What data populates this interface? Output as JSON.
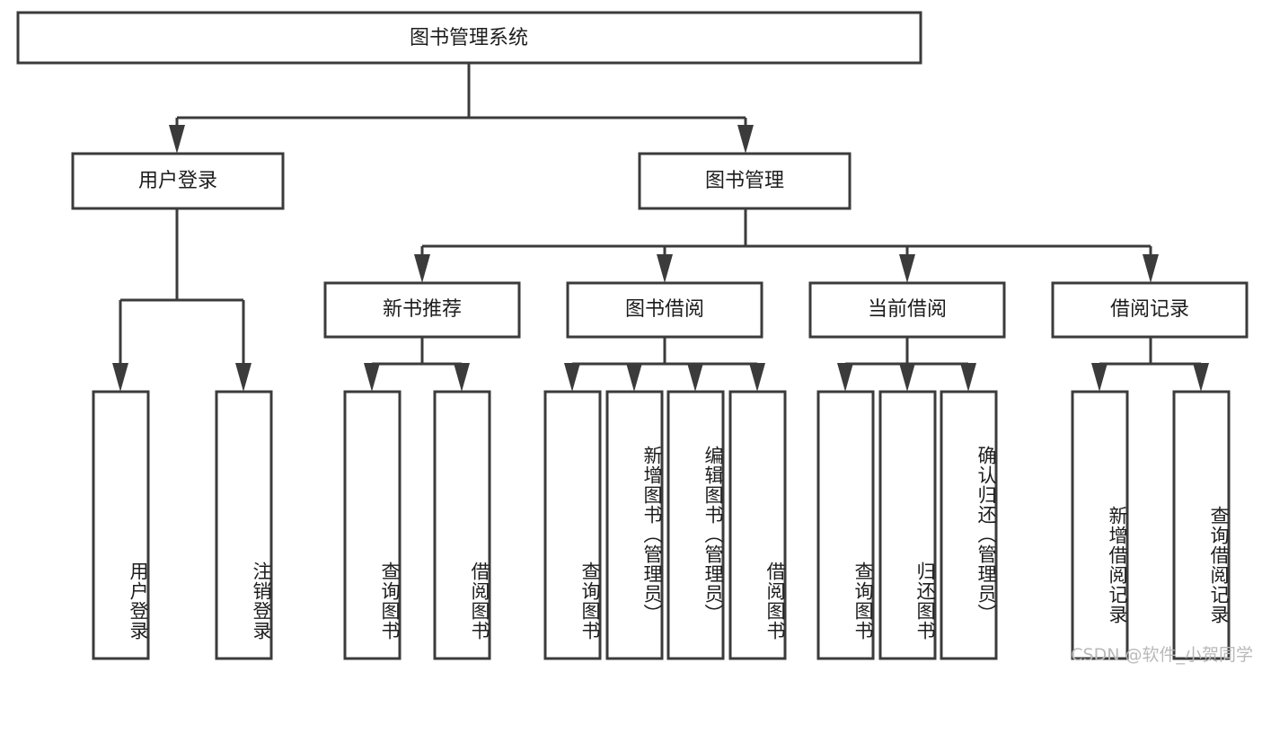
{
  "diagram": {
    "title": "图书管理系统",
    "type": "tree-hierarchy",
    "watermark": "CSDN @软件_小贺同学",
    "root": {
      "id": "root",
      "label": "图书管理系统"
    },
    "level1": [
      {
        "id": "user-login",
        "label": "用户登录"
      },
      {
        "id": "book-manage",
        "label": "图书管理"
      }
    ],
    "level2": [
      {
        "id": "new-book-rec",
        "label": "新书推荐",
        "parent": "book-manage"
      },
      {
        "id": "book-borrow",
        "label": "图书借阅",
        "parent": "book-manage"
      },
      {
        "id": "current-borrow",
        "label": "当前借阅",
        "parent": "book-manage"
      },
      {
        "id": "borrow-record",
        "label": "借阅记录",
        "parent": "book-manage"
      }
    ],
    "leaves": [
      {
        "id": "leaf-user-login",
        "label": "用户登录",
        "parent": "user-login"
      },
      {
        "id": "leaf-logout",
        "label": "注销登录",
        "parent": "user-login"
      },
      {
        "id": "leaf-query-book-1",
        "label": "查询图书",
        "parent": "new-book-rec"
      },
      {
        "id": "leaf-borrow-book-1",
        "label": "借阅图书",
        "parent": "new-book-rec"
      },
      {
        "id": "leaf-query-book-2",
        "label": "查询图书",
        "parent": "book-borrow"
      },
      {
        "id": "leaf-add-book",
        "label": "新增图书（管理员）",
        "parent": "book-borrow"
      },
      {
        "id": "leaf-edit-book",
        "label": "编辑图书（管理员）",
        "parent": "book-borrow"
      },
      {
        "id": "leaf-borrow-book-2",
        "label": "借阅图书",
        "parent": "book-borrow"
      },
      {
        "id": "leaf-query-book-3",
        "label": "查询图书",
        "parent": "current-borrow"
      },
      {
        "id": "leaf-return-book",
        "label": "归还图书",
        "parent": "current-borrow"
      },
      {
        "id": "leaf-confirm-return",
        "label": "确认归还（管理员）",
        "parent": "current-borrow"
      },
      {
        "id": "leaf-add-record",
        "label": "新增借阅记录",
        "parent": "borrow-record"
      },
      {
        "id": "leaf-query-record",
        "label": "查询借阅记录",
        "parent": "borrow-record"
      }
    ],
    "colors": {
      "box_stroke": "#3b3b3b",
      "box_fill": "#ffffff",
      "text": "#1d1d1d",
      "connector": "#3b3b3b",
      "watermark": "#b9b9b9",
      "background": "#ffffff"
    }
  }
}
